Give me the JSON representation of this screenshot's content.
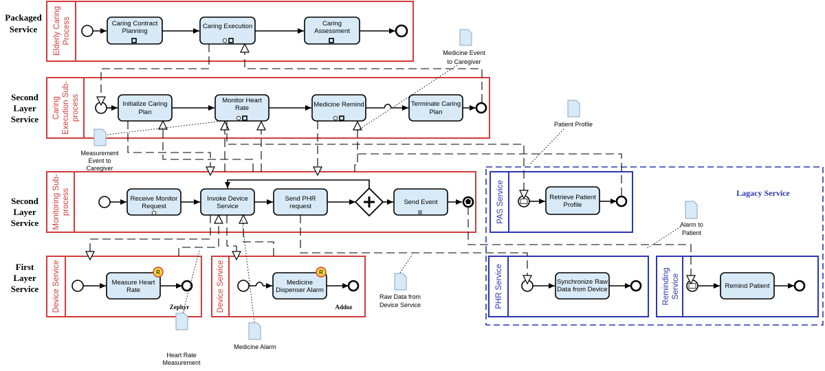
{
  "layers": {
    "packaged": [
      "Packaged",
      "Service"
    ],
    "second_a": [
      "Second",
      "Layer",
      "Service"
    ],
    "second_b": [
      "Second",
      "Layer",
      "Service"
    ],
    "first": [
      "First",
      "Layer",
      "Service"
    ]
  },
  "pools": {
    "elderly": [
      "Elderly Caring",
      "Process"
    ],
    "caring_exec": [
      "Caring",
      "Execution Sub-",
      "process"
    ],
    "monitoring": [
      "Monitoring Sub-",
      "process"
    ],
    "device1": "Device Service",
    "device2": "Device Service",
    "pas": "PAS Service",
    "phr": "PHR Service",
    "reminding": [
      "Reminding",
      "Service"
    ]
  },
  "tasks": {
    "caring_contract": [
      "Caring Contract",
      "Planning"
    ],
    "caring_execution": [
      "Caring Execution"
    ],
    "caring_assessment": [
      "Caring",
      "Assessment"
    ],
    "init_caring": [
      "Initialize Caring",
      "Plan"
    ],
    "monitor_heart": [
      "Monitor Heart",
      "Rate"
    ],
    "medicine_remind": [
      "Medicine Remind"
    ],
    "terminate_caring": [
      "Terminate Caring",
      "Plan"
    ],
    "receive_monitor": [
      "Receive Monitor",
      "Request"
    ],
    "invoke_device": [
      "Invoke Device",
      "Service"
    ],
    "send_phr": [
      "Send PHR",
      "request"
    ],
    "send_event": [
      "Send Event"
    ],
    "measure_heart": [
      "Measure Heart",
      "Rate"
    ],
    "medicine_dispenser": [
      "Medicine",
      "Dispenser Alarm"
    ],
    "retrieve_patient": [
      "Retrieve Patient",
      "Profile"
    ],
    "synchronize_raw": [
      "Synchronize Raw",
      "Data from Device"
    ],
    "remind_patient": [
      "Remind Patient"
    ]
  },
  "resource_badge": "R",
  "vendors": {
    "zephyr": "Zephyr",
    "addoz": "Addoz"
  },
  "documents": {
    "medicine_event": [
      "Medicine Event",
      "to Caregiver"
    ],
    "patient_profile": [
      "Patient Profile"
    ],
    "measurement_event": [
      "Measurement",
      "Event to",
      "Caregiver"
    ],
    "alarm_patient": [
      "Alarm to",
      "Patient"
    ],
    "raw_data": [
      "Raw Data from",
      "Device Service"
    ],
    "heart_rate": [
      "Heart Rate",
      "Measurement"
    ],
    "medicine_alarm": [
      "Medicine Alarm"
    ]
  },
  "legacy_title": "Lagacy Service"
}
